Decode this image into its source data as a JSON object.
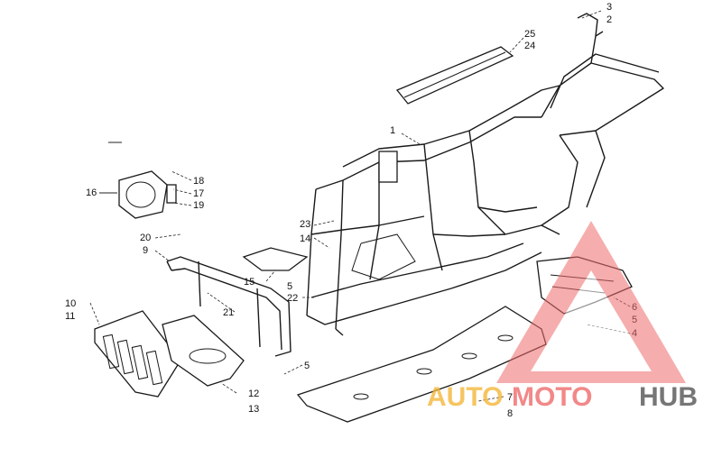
{
  "diagram": {
    "callouts": [
      {
        "id": "c3",
        "text": "3"
      },
      {
        "id": "c2",
        "text": "2"
      },
      {
        "id": "c25",
        "text": "25"
      },
      {
        "id": "c24",
        "text": "24"
      },
      {
        "id": "c1",
        "text": "1"
      },
      {
        "id": "c18",
        "text": "18"
      },
      {
        "id": "c16",
        "text": "16"
      },
      {
        "id": "c17",
        "text": "17"
      },
      {
        "id": "c19",
        "text": "19"
      },
      {
        "id": "c23",
        "text": "23"
      },
      {
        "id": "c14",
        "text": "14"
      },
      {
        "id": "c20",
        "text": "20"
      },
      {
        "id": "c9",
        "text": "9"
      },
      {
        "id": "c15",
        "text": "15"
      },
      {
        "id": "c5a",
        "text": "5"
      },
      {
        "id": "c22",
        "text": "22"
      },
      {
        "id": "c21",
        "text": "21"
      },
      {
        "id": "c10",
        "text": "10"
      },
      {
        "id": "c11",
        "text": "11"
      },
      {
        "id": "c6",
        "text": "6"
      },
      {
        "id": "c5b",
        "text": "5"
      },
      {
        "id": "c4",
        "text": "4"
      },
      {
        "id": "c5c",
        "text": "5"
      },
      {
        "id": "c12",
        "text": "12"
      },
      {
        "id": "c13",
        "text": "13"
      },
      {
        "id": "c7",
        "text": "7"
      },
      {
        "id": "c8",
        "text": "8"
      }
    ]
  },
  "watermark": {
    "word_a": "AUTO",
    "word_b": "MOTO",
    "word_c": "HUB",
    "color_a": "#f4b73a",
    "color_b": "#ef6b6b",
    "color_c": "#555555"
  }
}
